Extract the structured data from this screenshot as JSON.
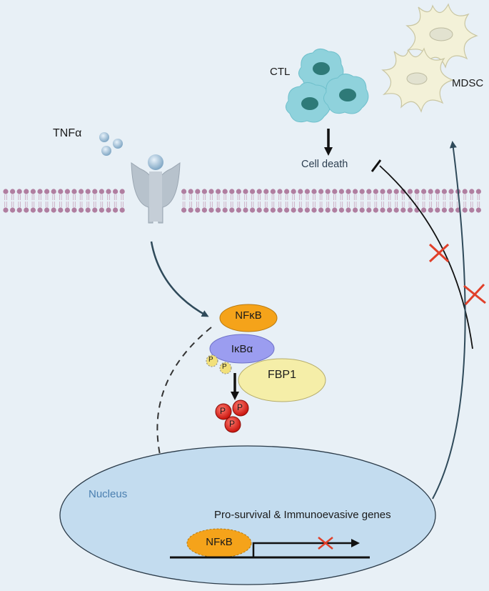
{
  "labels": {
    "tnf": "TNFα",
    "ctl": "CTL",
    "mdsc": "MDSC",
    "cell_death": "Cell death",
    "nucleus": "Nucleus",
    "genes": "Pro-survival & Immunoevasive genes"
  },
  "proteins": {
    "nfkb": "NFκB",
    "ikba": "IκBα",
    "fbp1": "FBP1",
    "nfkb_nuclear": "NFκB"
  },
  "phospho": {
    "label": "P"
  },
  "colors": {
    "background": "#e8f0f6",
    "membrane": "#b07ea0",
    "receptor": "#b7c2cc",
    "tnf_ligand": "#9fc1d8",
    "ctl_cell": "#8fd2dc",
    "ctl_nucleus": "#2e7a78",
    "mdsc_cell": "#f3f1d8",
    "nfkb": "#f5a31a",
    "ikba": "#9b9df0",
    "fbp1": "#f5eea8",
    "phospho_small": "#f2e07a",
    "phospho_red": "#e8251e",
    "nucleus_fill": "#c3dcef",
    "arrow_dark": "#2f4a5a",
    "inhibit_x": "#e0402a"
  }
}
